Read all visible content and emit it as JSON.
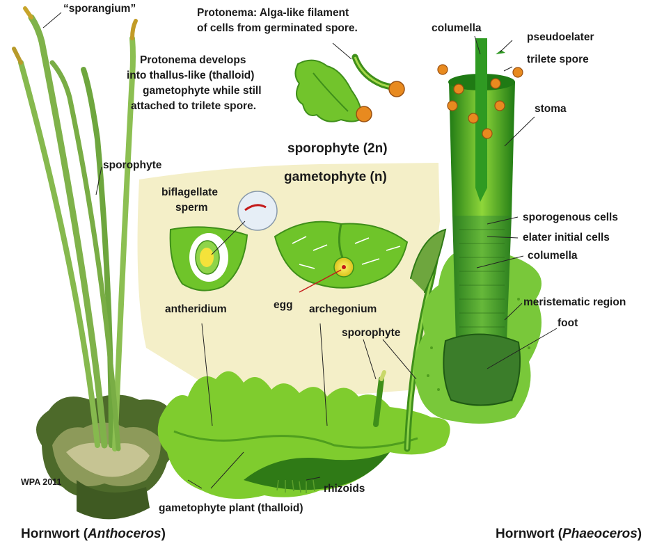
{
  "colors": {
    "gametophyte_bg": "#f4efc8",
    "thallus_green": "#6fc42a",
    "thallus_dark": "#3f8f1a",
    "sporophyte_green": "#2f9a22",
    "spore_orange": "#e88a1f",
    "foot_green": "#3b7d2a"
  },
  "labels": {
    "sporangium": "“sporangium”",
    "protonema_line1": "Protonema:  Alga-like filament",
    "protonema_line2": "of cells from germinated spore.",
    "protonema_dev_line1": "Protonema develops",
    "protonema_dev_line2": "into thallus-like (thalloid)",
    "protonema_dev_line3": "gametophyte while still",
    "protonema_dev_line4": "attached to trilete spore.",
    "columella_top": "columella",
    "pseudoelater": "pseudoelater",
    "trilete_spore": "trilete spore",
    "stoma": "stoma",
    "sporophyte_2n": "sporophyte (2n)",
    "gametophyte_n": "gametophyte (n)",
    "sporophyte_left": "sporophyte",
    "biflagellate_line1": "biflagellate",
    "biflagellate_line2": "sperm",
    "sporogenous_cells": "sporogenous cells",
    "elater_initial_cells": "elater initial cells",
    "columella_mid": "columella",
    "meristematic_region": "meristematic region",
    "foot": "foot",
    "antheridium": "antheridium",
    "egg": "egg",
    "archegonium": "archegonium",
    "sporophyte_center": "sporophyte",
    "rhizoids": "rhizoids",
    "gametophyte_plant": "gametophyte plant (thalloid)",
    "credit": "WPA 2011",
    "hornwort_left_prefix": "Hornwort (",
    "hornwort_left_genus": "Anthoceros",
    "hornwort_left_suffix": ")",
    "hornwort_right_prefix": "Hornwort (",
    "hornwort_right_genus": "Phaeoceros",
    "hornwort_right_suffix": ")"
  }
}
